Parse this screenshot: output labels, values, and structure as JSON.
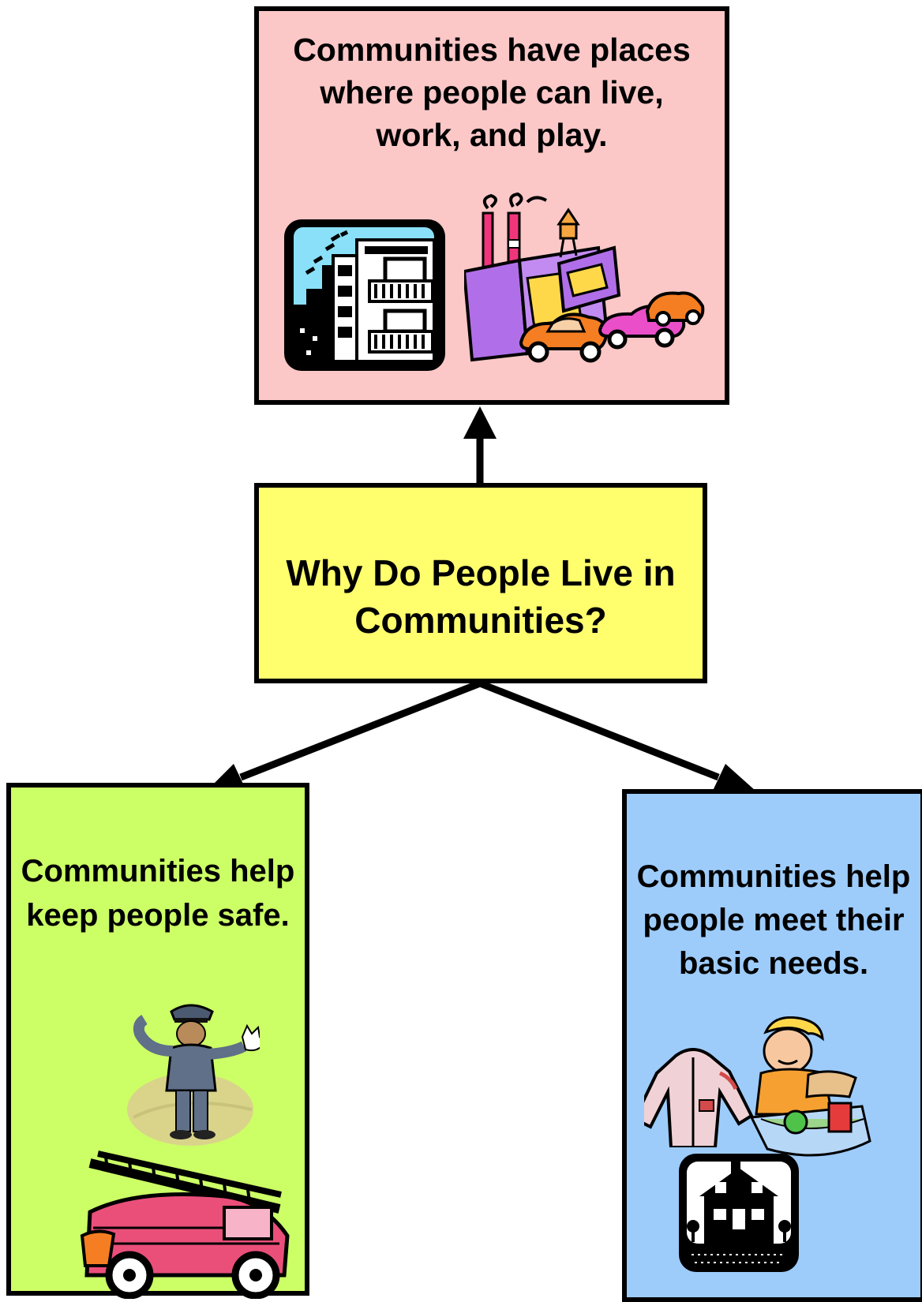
{
  "diagram": {
    "center": {
      "text": "Why Do People Live in Communities?"
    },
    "top": {
      "text": "Communities have places where people can live, work, and play."
    },
    "left": {
      "text": "Communities help keep people safe."
    },
    "right": {
      "text": "Communities help people meet their basic needs."
    }
  },
  "colors": {
    "top_box": "#fbc7c7",
    "center_box": "#ffff6e",
    "left_box": "#ccff66",
    "right_box": "#9dccfb",
    "border": "#000000"
  },
  "icons": {
    "top": [
      "apartment-building-icon",
      "factory-icon",
      "cars-icon"
    ],
    "left": [
      "police-officer-icon",
      "fire-truck-icon"
    ],
    "right": [
      "jacket-icon",
      "child-eating-icon",
      "house-icon"
    ]
  }
}
